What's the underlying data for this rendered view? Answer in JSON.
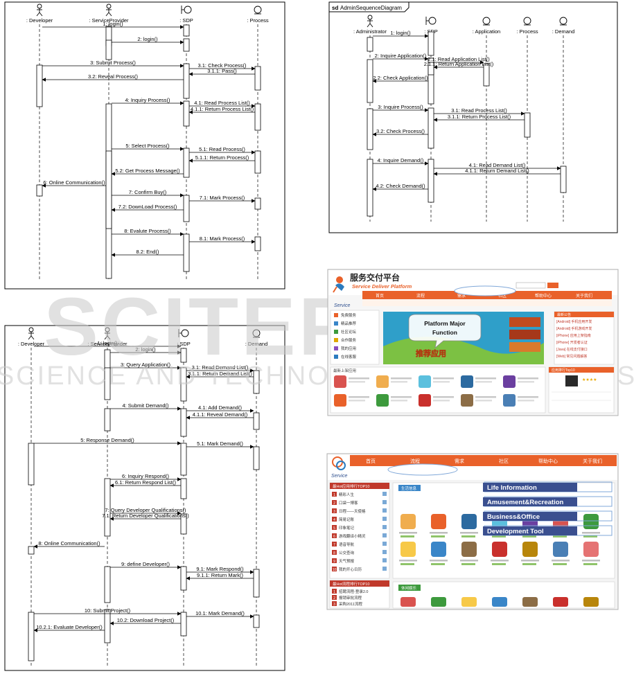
{
  "diagrams": [
    {
      "id": "developer-process",
      "actors": [
        {
          "label": ": Developer",
          "kind": "actor"
        },
        {
          "label": ": ServiceProvider",
          "kind": "actor"
        },
        {
          "label": ": SDP",
          "kind": "boundary"
        },
        {
          "label": ": Process",
          "kind": "entity"
        }
      ],
      "messages": [
        "1: login()",
        "2: login()",
        "3: Submit Process()",
        "3.1: Check Process()",
        "3.1.1: Pass()",
        "3.2: Reveal Process()",
        "4: Inquiry Process()",
        "4.1: Read Process List()",
        "4.1.1: Return Process List()",
        "5: Select Process()",
        "5.1: Read Process()",
        "5.1.1: Return Process()",
        "5.2: Get Process Message()",
        "6: Online Communication()",
        "7: Confirm Buy()",
        "7.1: Mark Process()",
        "7.2: DownLoad Process()",
        "8: Evalute Process()",
        "8.1: Mark Process()",
        "8.2: End()"
      ]
    },
    {
      "id": "developer-demand",
      "actors": [
        {
          "label": ": Developer",
          "kind": "actor"
        },
        {
          "label": ": ServiceProvider",
          "kind": "actor"
        },
        {
          "label": ": SDP",
          "kind": "boundary"
        },
        {
          "label": ": Demand",
          "kind": "entity"
        }
      ],
      "messages": [
        "1: login()",
        "2: login()",
        "3: Query Application()",
        "3.1: Read Demand List()",
        "3.1.1: Return Demand List()",
        "4: Submit Demand()",
        "4.1: Add Demand()",
        "4.1.1: Reveal Demand()",
        "5: Response Demand()",
        "5.1: Mark Demand()",
        "6: Inquiry Respond()",
        "6.1: Return Respond List()",
        "7: Query Developer Qualifications()",
        "7.1: Return Developer Qualifications()",
        "8: Online Communication()",
        "9: define Developer()",
        "9.1: Mark Respond()",
        "9.1.1: Return Mark()",
        "10: Submit Project()",
        "10.1: Mark Demand()",
        "10.2: Download Project()",
        "10.2.1: Evaluate Developer()"
      ]
    },
    {
      "id": "admin",
      "frame_tag": "sd",
      "frame_title": "AdminSequenceDiagram",
      "actors": [
        {
          "label": ": Administrator",
          "kind": "actor"
        },
        {
          "label": ": SDP",
          "kind": "boundary"
        },
        {
          "label": ": Application",
          "kind": "entity"
        },
        {
          "label": ": Process",
          "kind": "entity"
        },
        {
          "label": ": Demand",
          "kind": "entity"
        }
      ],
      "messages": [
        "1: login()",
        "2: Inquire Application()",
        "2.1: Read Application List()",
        "2.1.1: Return Application List()",
        "2.2: Check Application()",
        "3: Inquire Process()",
        "3.1: Read Process List()",
        "3.1.1: Return Process List()",
        "3.2: Check Process()",
        "4: Inquire Demand()",
        "4.1: Read Demand List()",
        "4.1.1: Return Demand List()",
        "4.2: Check Demand()"
      ]
    }
  ],
  "watermark": {
    "main": "SCITEPRESS",
    "sub": "SCIENCE AND TECHNOLOGY PUBLICATIONS"
  },
  "portal_top": {
    "brand_cn": "服务交付平台",
    "brand_en": "Service Deliver Platform",
    "logo_label": "Service",
    "nav": [
      "首页",
      "流程",
      "需求",
      "社区",
      "帮助中心",
      "关于我们"
    ],
    "callout": "Platform Major Function",
    "banner_text": "推荐应用",
    "sidebar": [
      "免费服务",
      "精品推荐",
      "社区论坛",
      "合作服务",
      "我的应用",
      "在线客服"
    ],
    "announce_title": "最新公告",
    "announce_items": [
      "[Android] 手机应用开发",
      "[Android] 手机游戏开发",
      "[iPhone] 应用上架指南",
      "[iPhone] 开发者认证",
      "[Java] 在线支付接口",
      "[Web] 常见问题解答"
    ],
    "rank_title": "应用排行Top10",
    "new_apps_title": "最新上架应用"
  },
  "portal_bottom": {
    "logo_label": "Service",
    "nav": [
      "首页",
      "流程",
      "需求",
      "社区",
      "帮助中心",
      "关于我们"
    ],
    "hot_title": "最Hot应用排行TOP10",
    "hot_items": [
      "精彩人生",
      "口袋一博客",
      "日程——天使格",
      "简易记账",
      "印象笔记",
      "游戏翻译小精灵",
      "语音导航",
      "公交查询",
      "天气预报",
      "我的开心日历"
    ],
    "hot_title2": "最Hot流程排行TOP10",
    "hot_items2": [
      "招聘流程-登录2.0",
      "报销审批流程",
      "采购2011流程"
    ],
    "tab_life": "生活信息",
    "tab_entertainment": "休闲娱乐",
    "labels": [
      "Life Information",
      "Amusement&Recreation",
      "Business&Office",
      "Development Tool"
    ]
  },
  "colors": {
    "nav": "#e9612a",
    "label_bg": "#3a4f8f",
    "banner": "#2f9fc9",
    "frame": "#000000",
    "hot_header": "#c0392b"
  }
}
